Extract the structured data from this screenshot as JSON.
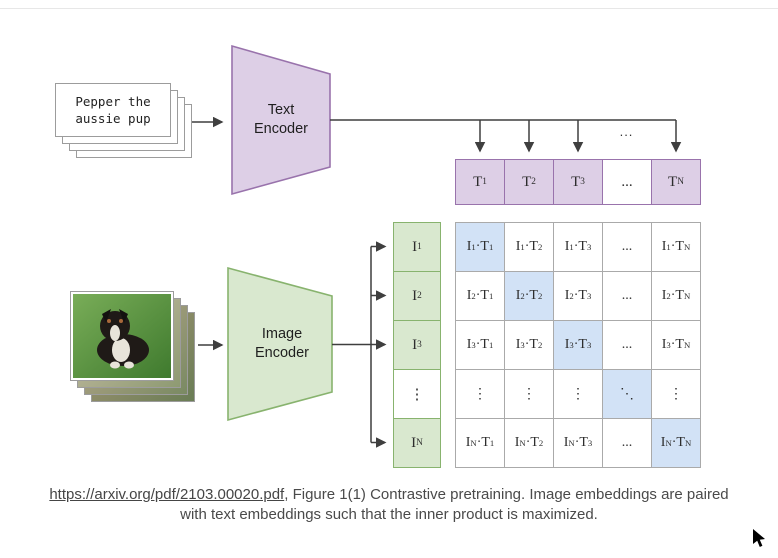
{
  "colors": {
    "purple_fill": "#ddcfe6",
    "purple_border": "#9973ac",
    "green_fill": "#d9e8cf",
    "green_border": "#88b36e",
    "blue_fill": "#d2e2f6",
    "grid_border": "#aaaaaa",
    "arrow": "#3f3f3f"
  },
  "text_stack": {
    "lines": [
      "Pepper the",
      "aussie pup"
    ]
  },
  "text_encoder": {
    "label_lines": [
      "Text",
      "Encoder"
    ]
  },
  "image_encoder": {
    "label_lines": [
      "Image",
      "Encoder"
    ]
  },
  "connector": {
    "ellipsis": "..."
  },
  "t_row": {
    "cells": [
      "T_1",
      "T_2",
      "T_3",
      "...",
      "T_N"
    ],
    "plain_index": 3
  },
  "i_col": {
    "cells": [
      "I_1",
      "I_2",
      "I_3",
      "⋮",
      "I_N"
    ],
    "plain_index": 3
  },
  "matrix": {
    "rows": [
      [
        "I_1·T_1",
        "I_1·T_2",
        "I_1·T_3",
        "...",
        "I_1·T_N"
      ],
      [
        "I_2·T_1",
        "I_2·T_2",
        "I_2·T_3",
        "...",
        "I_2·T_N"
      ],
      [
        "I_3·T_1",
        "I_3·T_2",
        "I_3·T_3",
        "...",
        "I_3·T_N"
      ],
      [
        "⋮",
        "⋮",
        "⋮",
        "⋱",
        "⋮"
      ],
      [
        "I_N·T_1",
        "I_N·T_2",
        "I_N·T_3",
        "...",
        "I_N·T_N"
      ]
    ]
  },
  "caption": {
    "link": "https://arxiv.org/pdf/2103.00020.pdf",
    "text": ", Figure 1(1) Contrastive pretraining. Image embeddings are paired with text embeddings such that the inner product is maximized."
  }
}
